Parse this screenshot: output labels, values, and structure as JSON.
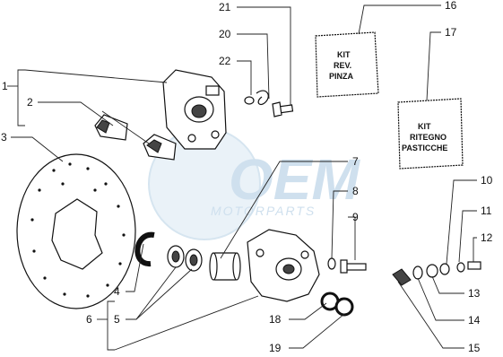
{
  "watermark": {
    "brand": "OEM",
    "subtitle": "MOTORPARTS",
    "color": "#cfe0ee"
  },
  "kits": {
    "kit16": [
      "KIT",
      "REV.",
      "PINZA"
    ],
    "kit17": [
      "KIT",
      "RITEGNO",
      "PASTICCHE"
    ]
  },
  "callouts": [
    {
      "id": "1",
      "label": "1"
    },
    {
      "id": "2",
      "label": "2"
    },
    {
      "id": "3",
      "label": "3"
    },
    {
      "id": "4",
      "label": "4"
    },
    {
      "id": "5",
      "label": "5"
    },
    {
      "id": "6",
      "label": "6"
    },
    {
      "id": "7",
      "label": "7"
    },
    {
      "id": "8",
      "label": "8"
    },
    {
      "id": "9",
      "label": "9"
    },
    {
      "id": "10",
      "label": "10"
    },
    {
      "id": "11",
      "label": "11"
    },
    {
      "id": "12",
      "label": "12"
    },
    {
      "id": "13",
      "label": "13"
    },
    {
      "id": "14",
      "label": "14"
    },
    {
      "id": "15",
      "label": "15"
    },
    {
      "id": "16",
      "label": "16"
    },
    {
      "id": "17",
      "label": "17"
    },
    {
      "id": "18",
      "label": "18"
    },
    {
      "id": "19",
      "label": "19"
    },
    {
      "id": "20",
      "label": "20"
    },
    {
      "id": "21",
      "label": "21"
    },
    {
      "id": "22",
      "label": "22"
    }
  ]
}
